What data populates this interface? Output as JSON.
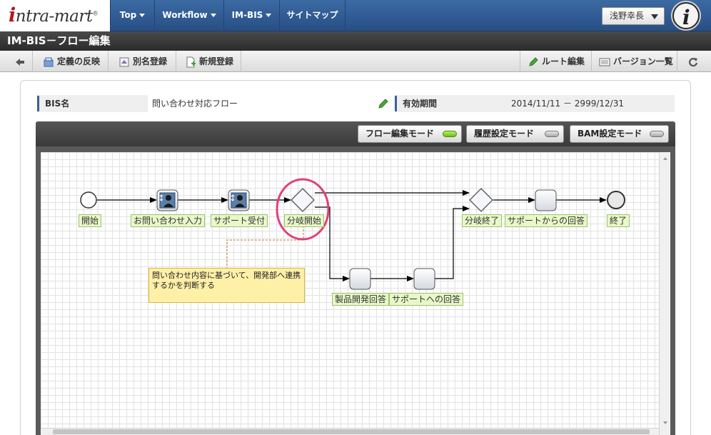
{
  "header": {
    "logo_mark": "i",
    "logo_text": "ntra-mart",
    "logo_reg": "®",
    "menus": [
      {
        "label": "Top"
      },
      {
        "label": "Workflow"
      },
      {
        "label": "IM-BIS"
      },
      {
        "label": "サイトマップ"
      }
    ],
    "user_name": "浅野幸長"
  },
  "page": {
    "title": "IM-BIS－フロー編集"
  },
  "toolbar": {
    "back_label": "",
    "apply_label": "定義の反映",
    "alias_label": "別名登録",
    "new_label": "新規登録",
    "route_label": "ルート編集",
    "version_label": "バージョン一覧"
  },
  "info": {
    "bis_name_label": "BIS名",
    "bis_name_value": "問い合わせ対応フロー",
    "period_label": "有効期間",
    "period_value": "2014/11/11 － 2999/12/31"
  },
  "modes": [
    {
      "label": "フロー編集モード",
      "active": true
    },
    {
      "label": "履歴設定モード",
      "active": false
    },
    {
      "label": "BAM設定モード",
      "active": false
    }
  ],
  "flow": {
    "nodes": [
      {
        "label": "開始"
      },
      {
        "label": "お問い合わせ入力"
      },
      {
        "label": "サポート受付"
      },
      {
        "label": "分岐開始"
      },
      {
        "label": "製品開発回答"
      },
      {
        "label": "サポートへの回答"
      },
      {
        "label": "分岐終了"
      },
      {
        "label": "サポートからの回答"
      },
      {
        "label": "終了"
      }
    ],
    "note": "問い合わせ内容に基づいて、開発部へ連携するかを判断する"
  },
  "colors": {
    "header_blue": "#3c6aa3",
    "title_dark": "#2b2b2b",
    "highlight_circle": "#e0407a",
    "label_green": "#e8f8c8",
    "note_yellow": "#fff0a8"
  }
}
